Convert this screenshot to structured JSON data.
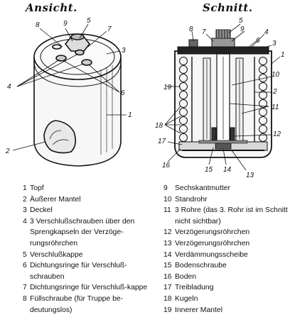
{
  "titles": {
    "left": "Ansicht.",
    "right": "Schnitt."
  },
  "callouts": {
    "c1": "1",
    "c2": "2",
    "c3": "3",
    "c4": "4",
    "c5": "5",
    "c6": "6",
    "c7": "7",
    "c8": "8",
    "c9": "9",
    "r1": "1",
    "r2": "2",
    "r3": "3",
    "r4": "4",
    "r5": "5",
    "r6": "6",
    "r7": "7",
    "r8": "8",
    "r9": "9",
    "r10": "10",
    "r11": "11",
    "r12": "12",
    "r13": "13",
    "r14": "14",
    "r15": "15",
    "r16": "16",
    "r17": "17",
    "r18": "18",
    "r19": "19"
  },
  "legend_left": [
    {
      "num": "1",
      "text": "Topf"
    },
    {
      "num": "2",
      "text": "Äußerer Mantel"
    },
    {
      "num": "3",
      "text": "Deckel"
    },
    {
      "num": "4",
      "text": "3 Verschlußschrauben über den Sprengkapseln der Verzöge-rungsröhrchen"
    },
    {
      "num": "5",
      "text": "Verschlußkappe"
    },
    {
      "num": "6",
      "text": "Dichtungsringe für Verschluß-schrauben"
    },
    {
      "num": "7",
      "text": "Dichtungsringe für Verschluß-kappe"
    },
    {
      "num": "8",
      "text": "Füllschraube (für Truppe be-deutungslos)"
    }
  ],
  "legend_right": [
    {
      "num": "9",
      "text": "Sechskantmutter"
    },
    {
      "num": "10",
      "text": "Standrohr"
    },
    {
      "num": "11",
      "text": "3 Rohre (das 3. Rohr ist im Schnitt nicht sichtbar)"
    },
    {
      "num": "12",
      "text": "Verzögerungsröhrchen"
    },
    {
      "num": "13",
      "text": "Verzögerungsröhrchen"
    },
    {
      "num": "14",
      "text": "Verdämmungsscheibe"
    },
    {
      "num": "15",
      "text": "Bodenschraube"
    },
    {
      "num": "16",
      "text": "Boden"
    },
    {
      "num": "17",
      "text": "Treibladung"
    },
    {
      "num": "18",
      "text": "Kugeln"
    },
    {
      "num": "19",
      "text": "Innerer Mantel"
    }
  ]
}
